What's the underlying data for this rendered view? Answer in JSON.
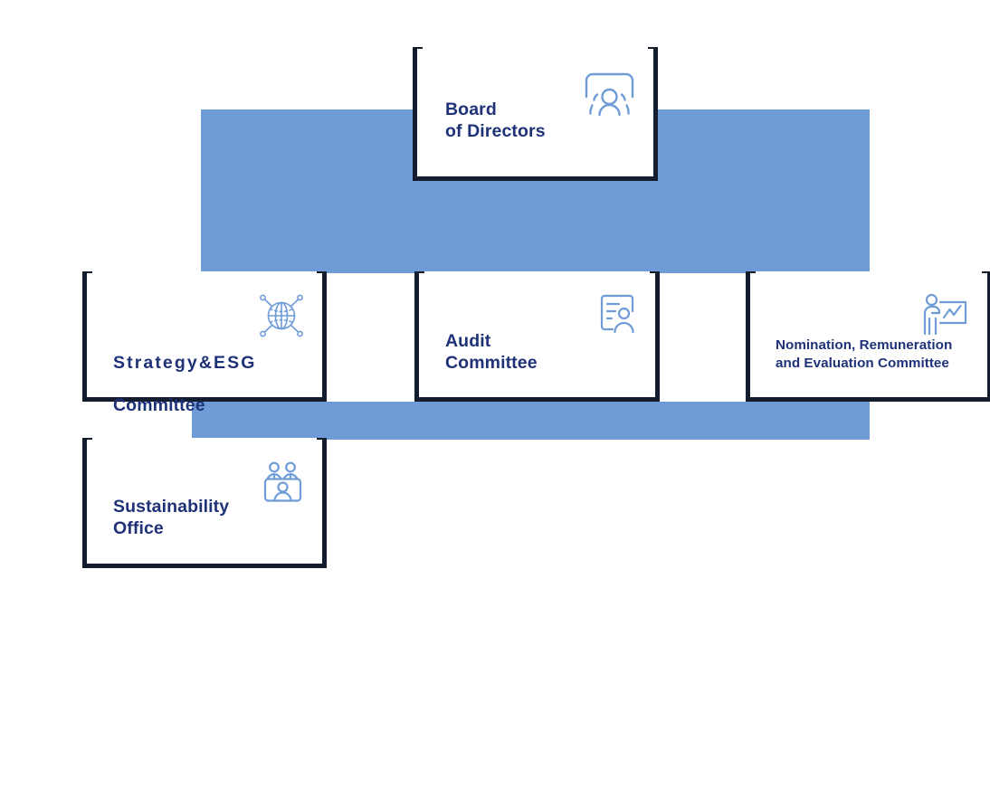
{
  "diagram": {
    "type": "organizational-chart",
    "title_visible": false,
    "colors": {
      "connector_blue": "#6F9BD7",
      "card_border_navy": "#141D2E",
      "text_navy": "#1F3278",
      "icon_blue": "#6F9BD7",
      "card_background": "#FFFFFF",
      "page_background": "#FFFFFF"
    },
    "nodes": [
      {
        "id": "board",
        "label": "Board\nof Directors",
        "level": 1,
        "icon": "people-group-under-arch-icon"
      },
      {
        "id": "strategy-esg",
        "label_line1": "Strategy&ESG",
        "label_line2": "Committee",
        "level": 2,
        "icon": "globe-network-icon"
      },
      {
        "id": "audit",
        "label": "Audit\nCommittee",
        "level": 2,
        "icon": "document-person-icon"
      },
      {
        "id": "nomination",
        "label": "Nomination, Remuneration\nand Evaluation Committee",
        "level": 2,
        "icon": "presenter-chart-icon"
      },
      {
        "id": "sustainability-office",
        "label": "Sustainability\nOffice",
        "level": 3,
        "icon": "three-people-panel-icon"
      }
    ],
    "edges": [
      {
        "from": "board",
        "to": "strategy-esg"
      },
      {
        "from": "board",
        "to": "audit"
      },
      {
        "from": "board",
        "to": "nomination"
      },
      {
        "from": "strategy-esg",
        "to": "sustainability-office"
      }
    ]
  }
}
